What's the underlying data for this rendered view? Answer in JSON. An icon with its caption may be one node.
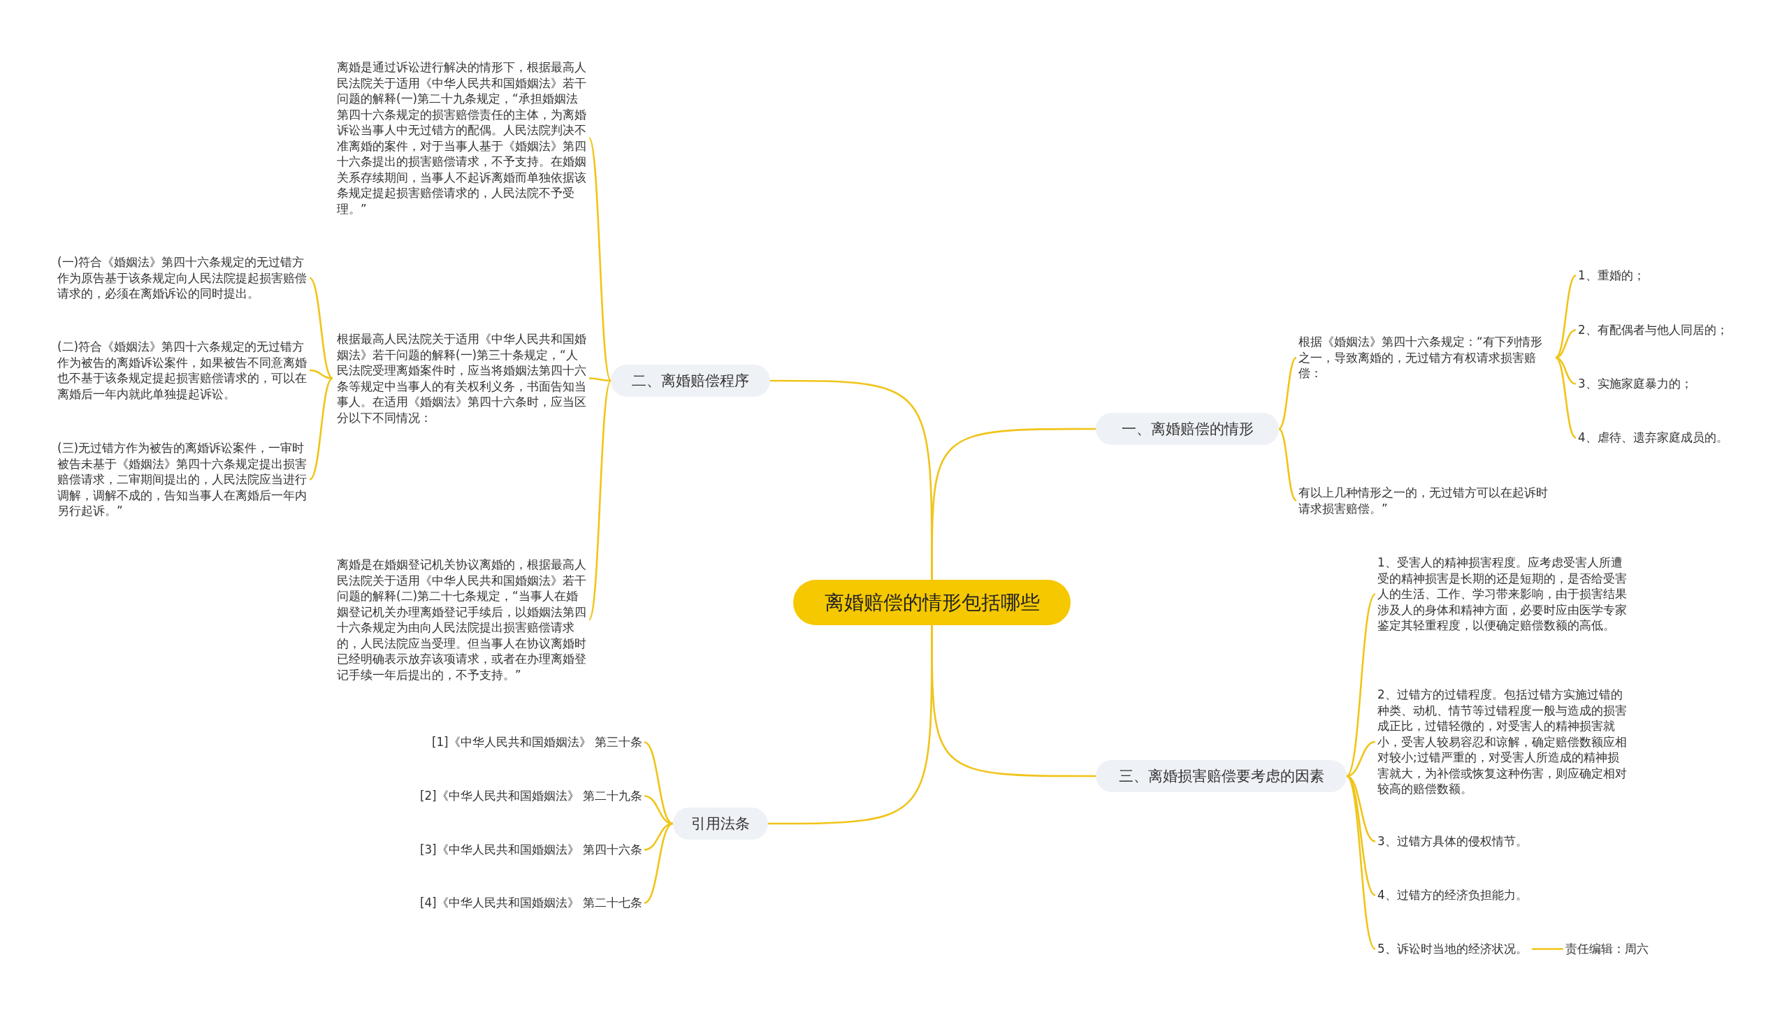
{
  "diagram": {
    "nodes": [
      {
        "text": [
          "离婚赔偿的情形包括哪些"
        ]
      },
      {
        "text": [
          "一、离婚赔偿的情形"
        ]
      },
      {
        "text": [
          "根据《婚姻法》第四十六条规定：“有下列情形之一，导致离婚的，无过错方有权请求损害赔偿："
        ]
      },
      {
        "text": [
          "1、重婚的；"
        ]
      },
      {
        "text": [
          "2、有配偶者与他人同居的；"
        ]
      },
      {
        "text": [
          "3、实施家庭暴力的；"
        ]
      },
      {
        "text": [
          "4、虐待、遗弃家庭成员的。"
        ]
      },
      {
        "text": [
          "有以上几种情形之一的，无过错方可以在起诉时请求损害赔偿。”"
        ]
      },
      {
        "text": [
          "二、离婚赔偿程序"
        ]
      },
      {
        "text": [
          "离婚是通过诉讼进行解决的情形下，根据最高人民法院关于适用《中华人民共和国婚姻法》若干问题的解释(一)第二十九条规定，“承担婚姻法第四十六条规定的损害赔偿责任的主体，为离婚诉讼当事人中无过错方的配偶。人民法院判决不准离婚的案件，对于当事人基于《婚姻法》第四十六条提出的损害赔偿请求，不予支持。在婚姻关系存续期间，当事人不起诉离婚而单独依据该条规定提起损害赔偿请求的，人民法院不予受理。”"
        ]
      },
      {
        "text": [
          "根据最高人民法院关于适用《中华人民共和国婚姻法》若干问题的解释(一)第三十条规定，“人民法院受理离婚案件时，应当将婚姻法第四十六条等规定中当事人的有关权利义务，书面告知当事人。在适用《婚姻法》第四十六条时，应当区分以下不同情况："
        ]
      },
      {
        "text": [
          "(一)符合《婚姻法》第四十六条规定的无过错方作为原告基于该条规定向人民法院提起损害赔偿请求的，必须在离婚诉讼的同时提出。"
        ]
      },
      {
        "text": [
          "(二)符合《婚姻法》第四十六条规定的无过错方作为被告的离婚诉讼案件，如果被告不同意离婚也不基于该条规定提起损害赔偿请求的，可以在离婚后一年内就此单独提起诉讼。"
        ]
      },
      {
        "text": [
          "(三)无过错方作为被告的离婚诉讼案件，一审时被告未基于《婚姻法》第四十六条规定提出损害赔偿请求，二审期间提出的，人民法院应当进行调解，调解不成的，告知当事人在离婚后一年内另行起诉。”"
        ]
      },
      {
        "text": [
          "离婚是在婚姻登记机关协议离婚的，根据最高人民法院关于适用《中华人民共和国婚姻法》若干问题的解释(二)第二十七条规定，“当事人在婚姻登记机关办理离婚登记手续后，以婚姻法第四十六条规定为由向人民法院提出损害赔偿请求的，人民法院应当受理。但当事人在协议离婚时已经明确表示放弃该项请求，或者在办理离婚登记手续一年后提出的，不予支持。”"
        ]
      },
      {
        "text": [
          "三、离婚损害赔偿要考虑的因素"
        ]
      },
      {
        "text": [
          "1、受害人的精神损害程度。应考虑受害人所遭受的精神损害是长期的还是短期的，是否给受害人的生活、工作、学习带来影响，由于损害结果涉及人的身体和精神方面，必要时应由医学专家鉴定其轻重程度，以便确定赔偿数额的高低。"
        ]
      },
      {
        "text": [
          "2、过错方的过错程度。包括过错方实施过错的种类、动机、情节等过错程度一般与造成的损害成正比，过错轻微的，对受害人的精神损害就小，受害人较易容忍和谅解，确定赔偿数额应相对较小;过错严重的，对受害人所造成的精神损害就大，为补偿或恢复这种伤害，则应确定相对较高的赔偿数额。"
        ]
      },
      {
        "text": [
          "3、过错方具体的侵权情节。"
        ]
      },
      {
        "text": [
          "4、过错方的经济负担能力。"
        ]
      },
      {
        "text": [
          "5、诉讼时当地的经济状况。"
        ]
      },
      {
        "text": [
          "责任编辑：周六"
        ]
      },
      {
        "text": [
          "引用法条"
        ]
      },
      {
        "text": [
          "[1]《中华人民共和国婚姻法》 第三十条"
        ]
      },
      {
        "text": [
          "[2]《中华人民共和国婚姻法》 第二十九条"
        ]
      },
      {
        "text": [
          "[3]《中华人民共和国婚姻法》 第四十六条"
        ]
      },
      {
        "text": [
          "[4]《中华人民共和国婚姻法》 第二十七条"
        ]
      }
    ],
    "edges": [
      {
        "from": 0,
        "to": 1,
        "arrow": "none"
      },
      {
        "from": 1,
        "to": 2,
        "arrow": "none"
      },
      {
        "from": 2,
        "to": 3,
        "arrow": "none"
      },
      {
        "from": 2,
        "to": 4,
        "arrow": "none"
      },
      {
        "from": 2,
        "to": 5,
        "arrow": "none"
      },
      {
        "from": 2,
        "to": 6,
        "arrow": "none"
      },
      {
        "from": 1,
        "to": 7,
        "arrow": "none"
      },
      {
        "from": 0,
        "to": 8,
        "arrow": "none"
      },
      {
        "from": 8,
        "to": 9,
        "arrow": "none"
      },
      {
        "from": 8,
        "to": 10,
        "arrow": "none"
      },
      {
        "from": 10,
        "to": 11,
        "arrow": "none"
      },
      {
        "from": 10,
        "to": 12,
        "arrow": "none"
      },
      {
        "from": 10,
        "to": 13,
        "arrow": "none"
      },
      {
        "from": 8,
        "to": 14,
        "arrow": "none"
      },
      {
        "from": 0,
        "to": 15,
        "arrow": "none"
      },
      {
        "from": 15,
        "to": 16,
        "arrow": "none"
      },
      {
        "from": 15,
        "to": 17,
        "arrow": "none"
      },
      {
        "from": 15,
        "to": 18,
        "arrow": "none"
      },
      {
        "from": 15,
        "to": 19,
        "arrow": "none"
      },
      {
        "from": 15,
        "to": 20,
        "arrow": "none"
      },
      {
        "from": 20,
        "to": 21,
        "arrow": "none"
      },
      {
        "from": 0,
        "to": 22,
        "arrow": "none"
      },
      {
        "from": 22,
        "to": 23,
        "arrow": "none"
      },
      {
        "from": 22,
        "to": 24,
        "arrow": "none"
      },
      {
        "from": 22,
        "to": 25,
        "arrow": "none"
      },
      {
        "from": 22,
        "to": 26,
        "arrow": "none"
      }
    ]
  }
}
